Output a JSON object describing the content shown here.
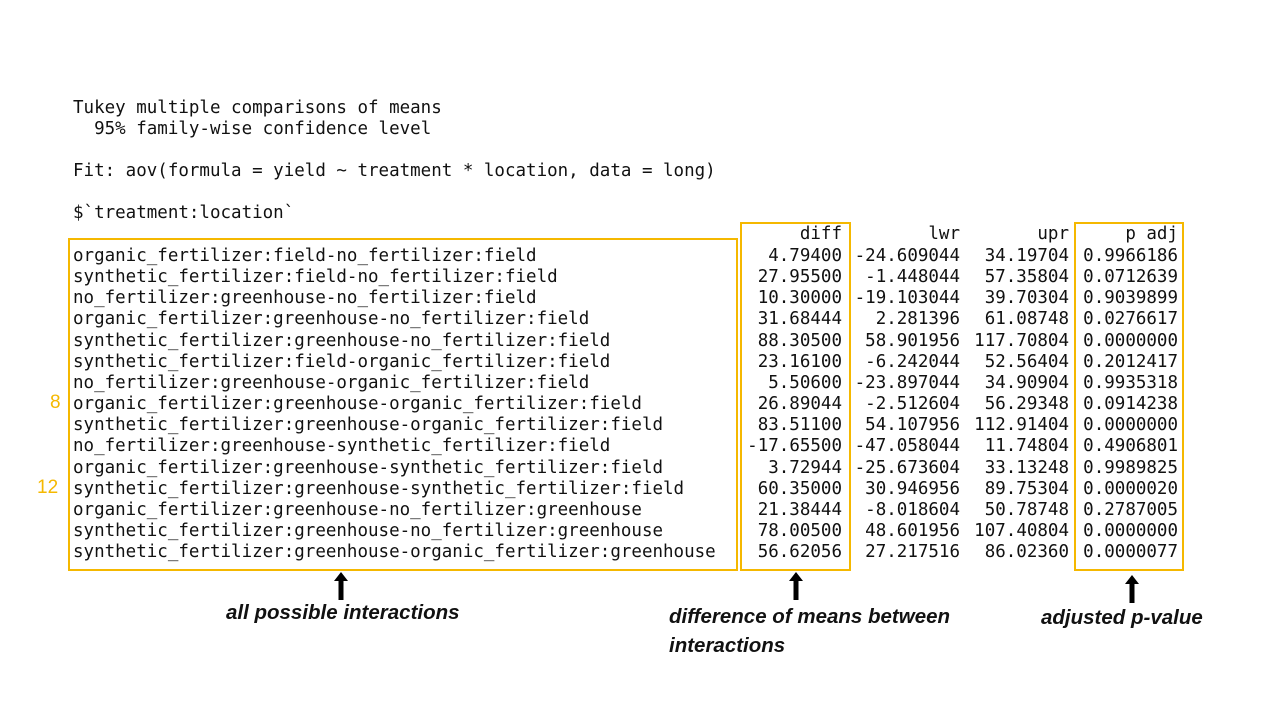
{
  "console": {
    "header_line1": "Tukey multiple comparisons of means",
    "header_line2": "95% family-wise confidence level",
    "fit_line": "Fit: aov(formula = yield ~ treatment * location, data = long)",
    "term_line": "$`treatment:location`",
    "columns": {
      "diff": "diff",
      "lwr": "lwr",
      "upr": "upr",
      "p_adj": "p adj"
    },
    "rows": [
      {
        "label": "organic_fertilizer:field-no_fertilizer:field",
        "diff": "4.79400",
        "lwr": "-24.609044",
        "upr": "34.19704",
        "p_adj": "0.9966186"
      },
      {
        "label": "synthetic_fertilizer:field-no_fertilizer:field",
        "diff": "27.95500",
        "lwr": "-1.448044",
        "upr": "57.35804",
        "p_adj": "0.0712639"
      },
      {
        "label": "no_fertilizer:greenhouse-no_fertilizer:field",
        "diff": "10.30000",
        "lwr": "-19.103044",
        "upr": "39.70304",
        "p_adj": "0.9039899"
      },
      {
        "label": "organic_fertilizer:greenhouse-no_fertilizer:field",
        "diff": "31.68444",
        "lwr": "2.281396",
        "upr": "61.08748",
        "p_adj": "0.0276617"
      },
      {
        "label": "synthetic_fertilizer:greenhouse-no_fertilizer:field",
        "diff": "88.30500",
        "lwr": "58.901956",
        "upr": "117.70804",
        "p_adj": "0.0000000"
      },
      {
        "label": "synthetic_fertilizer:field-organic_fertilizer:field",
        "diff": "23.16100",
        "lwr": "-6.242044",
        "upr": "52.56404",
        "p_adj": "0.2012417"
      },
      {
        "label": "no_fertilizer:greenhouse-organic_fertilizer:field",
        "diff": "5.50600",
        "lwr": "-23.897044",
        "upr": "34.90904",
        "p_adj": "0.9935318"
      },
      {
        "label": "organic_fertilizer:greenhouse-organic_fertilizer:field",
        "diff": "26.89044",
        "lwr": "-2.512604",
        "upr": "56.29348",
        "p_adj": "0.0914238"
      },
      {
        "label": "synthetic_fertilizer:greenhouse-organic_fertilizer:field",
        "diff": "83.51100",
        "lwr": "54.107956",
        "upr": "112.91404",
        "p_adj": "0.0000000"
      },
      {
        "label": "no_fertilizer:greenhouse-synthetic_fertilizer:field",
        "diff": "-17.65500",
        "lwr": "-47.058044",
        "upr": "11.74804",
        "p_adj": "0.4906801"
      },
      {
        "label": "organic_fertilizer:greenhouse-synthetic_fertilizer:field",
        "diff": "3.72944",
        "lwr": "-25.673604",
        "upr": "33.13248",
        "p_adj": "0.9989825"
      },
      {
        "label": "synthetic_fertilizer:greenhouse-synthetic_fertilizer:field",
        "diff": "60.35000",
        "lwr": "30.946956",
        "upr": "89.75304",
        "p_adj": "0.0000020"
      },
      {
        "label": "organic_fertilizer:greenhouse-no_fertilizer:greenhouse",
        "diff": "21.38444",
        "lwr": "-8.018604",
        "upr": "50.78748",
        "p_adj": "0.2787005"
      },
      {
        "label": "synthetic_fertilizer:greenhouse-no_fertilizer:greenhouse",
        "diff": "78.00500",
        "lwr": "48.601956",
        "upr": "107.40804",
        "p_adj": "0.0000000"
      },
      {
        "label": "synthetic_fertilizer:greenhouse-organic_fertilizer:greenhouse",
        "diff": "56.62056",
        "lwr": "27.217516",
        "upr": "86.02360",
        "p_adj": "0.0000077"
      }
    ]
  },
  "row_markers": {
    "marker_8": "8",
    "marker_12": "12"
  },
  "annotations": {
    "interactions": "all possible interactions",
    "diff_line1": "difference of means between",
    "diff_line2": "interactions",
    "padj": "adjusted p-value"
  },
  "colors": {
    "highlight": "#f5b800",
    "text": "#111111"
  }
}
